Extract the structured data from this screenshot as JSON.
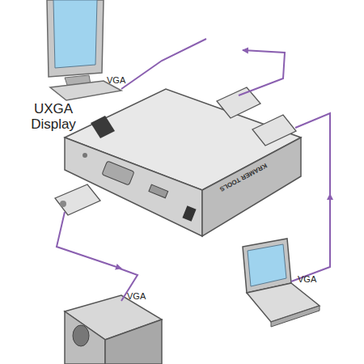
{
  "diagram": {
    "labels": [
      "VGA",
      "UXGA Display",
      "KRAMER TOOLS",
      "VGA",
      "VGA"
    ]
  }
}
